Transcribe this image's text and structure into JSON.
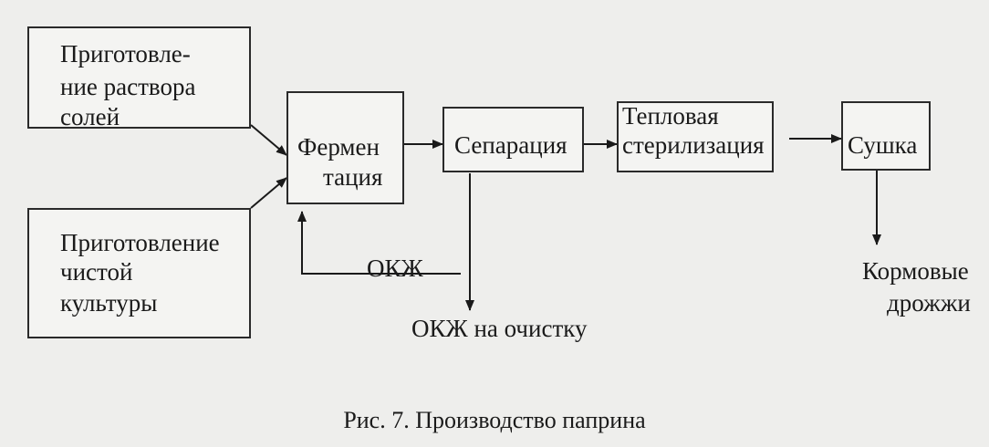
{
  "blocks": {
    "salts": [
      "Приготовле-",
      "ние раствора",
      "солей"
    ],
    "culture": [
      "Приготовление",
      "чистой",
      "культуры"
    ],
    "fermentation": [
      "Фермен",
      "тация"
    ],
    "separation": "Сепарация",
    "sterilization": [
      "Тепловая",
      "стерилизация"
    ],
    "drying": "Сушка"
  },
  "flows": {
    "okzh_return": "ОКЖ",
    "okzh_cleaning": "ОКЖ на очистку",
    "output": [
      "Кормовые",
      "дрожжи"
    ]
  },
  "caption": "Рис. 7. Производство паприна"
}
